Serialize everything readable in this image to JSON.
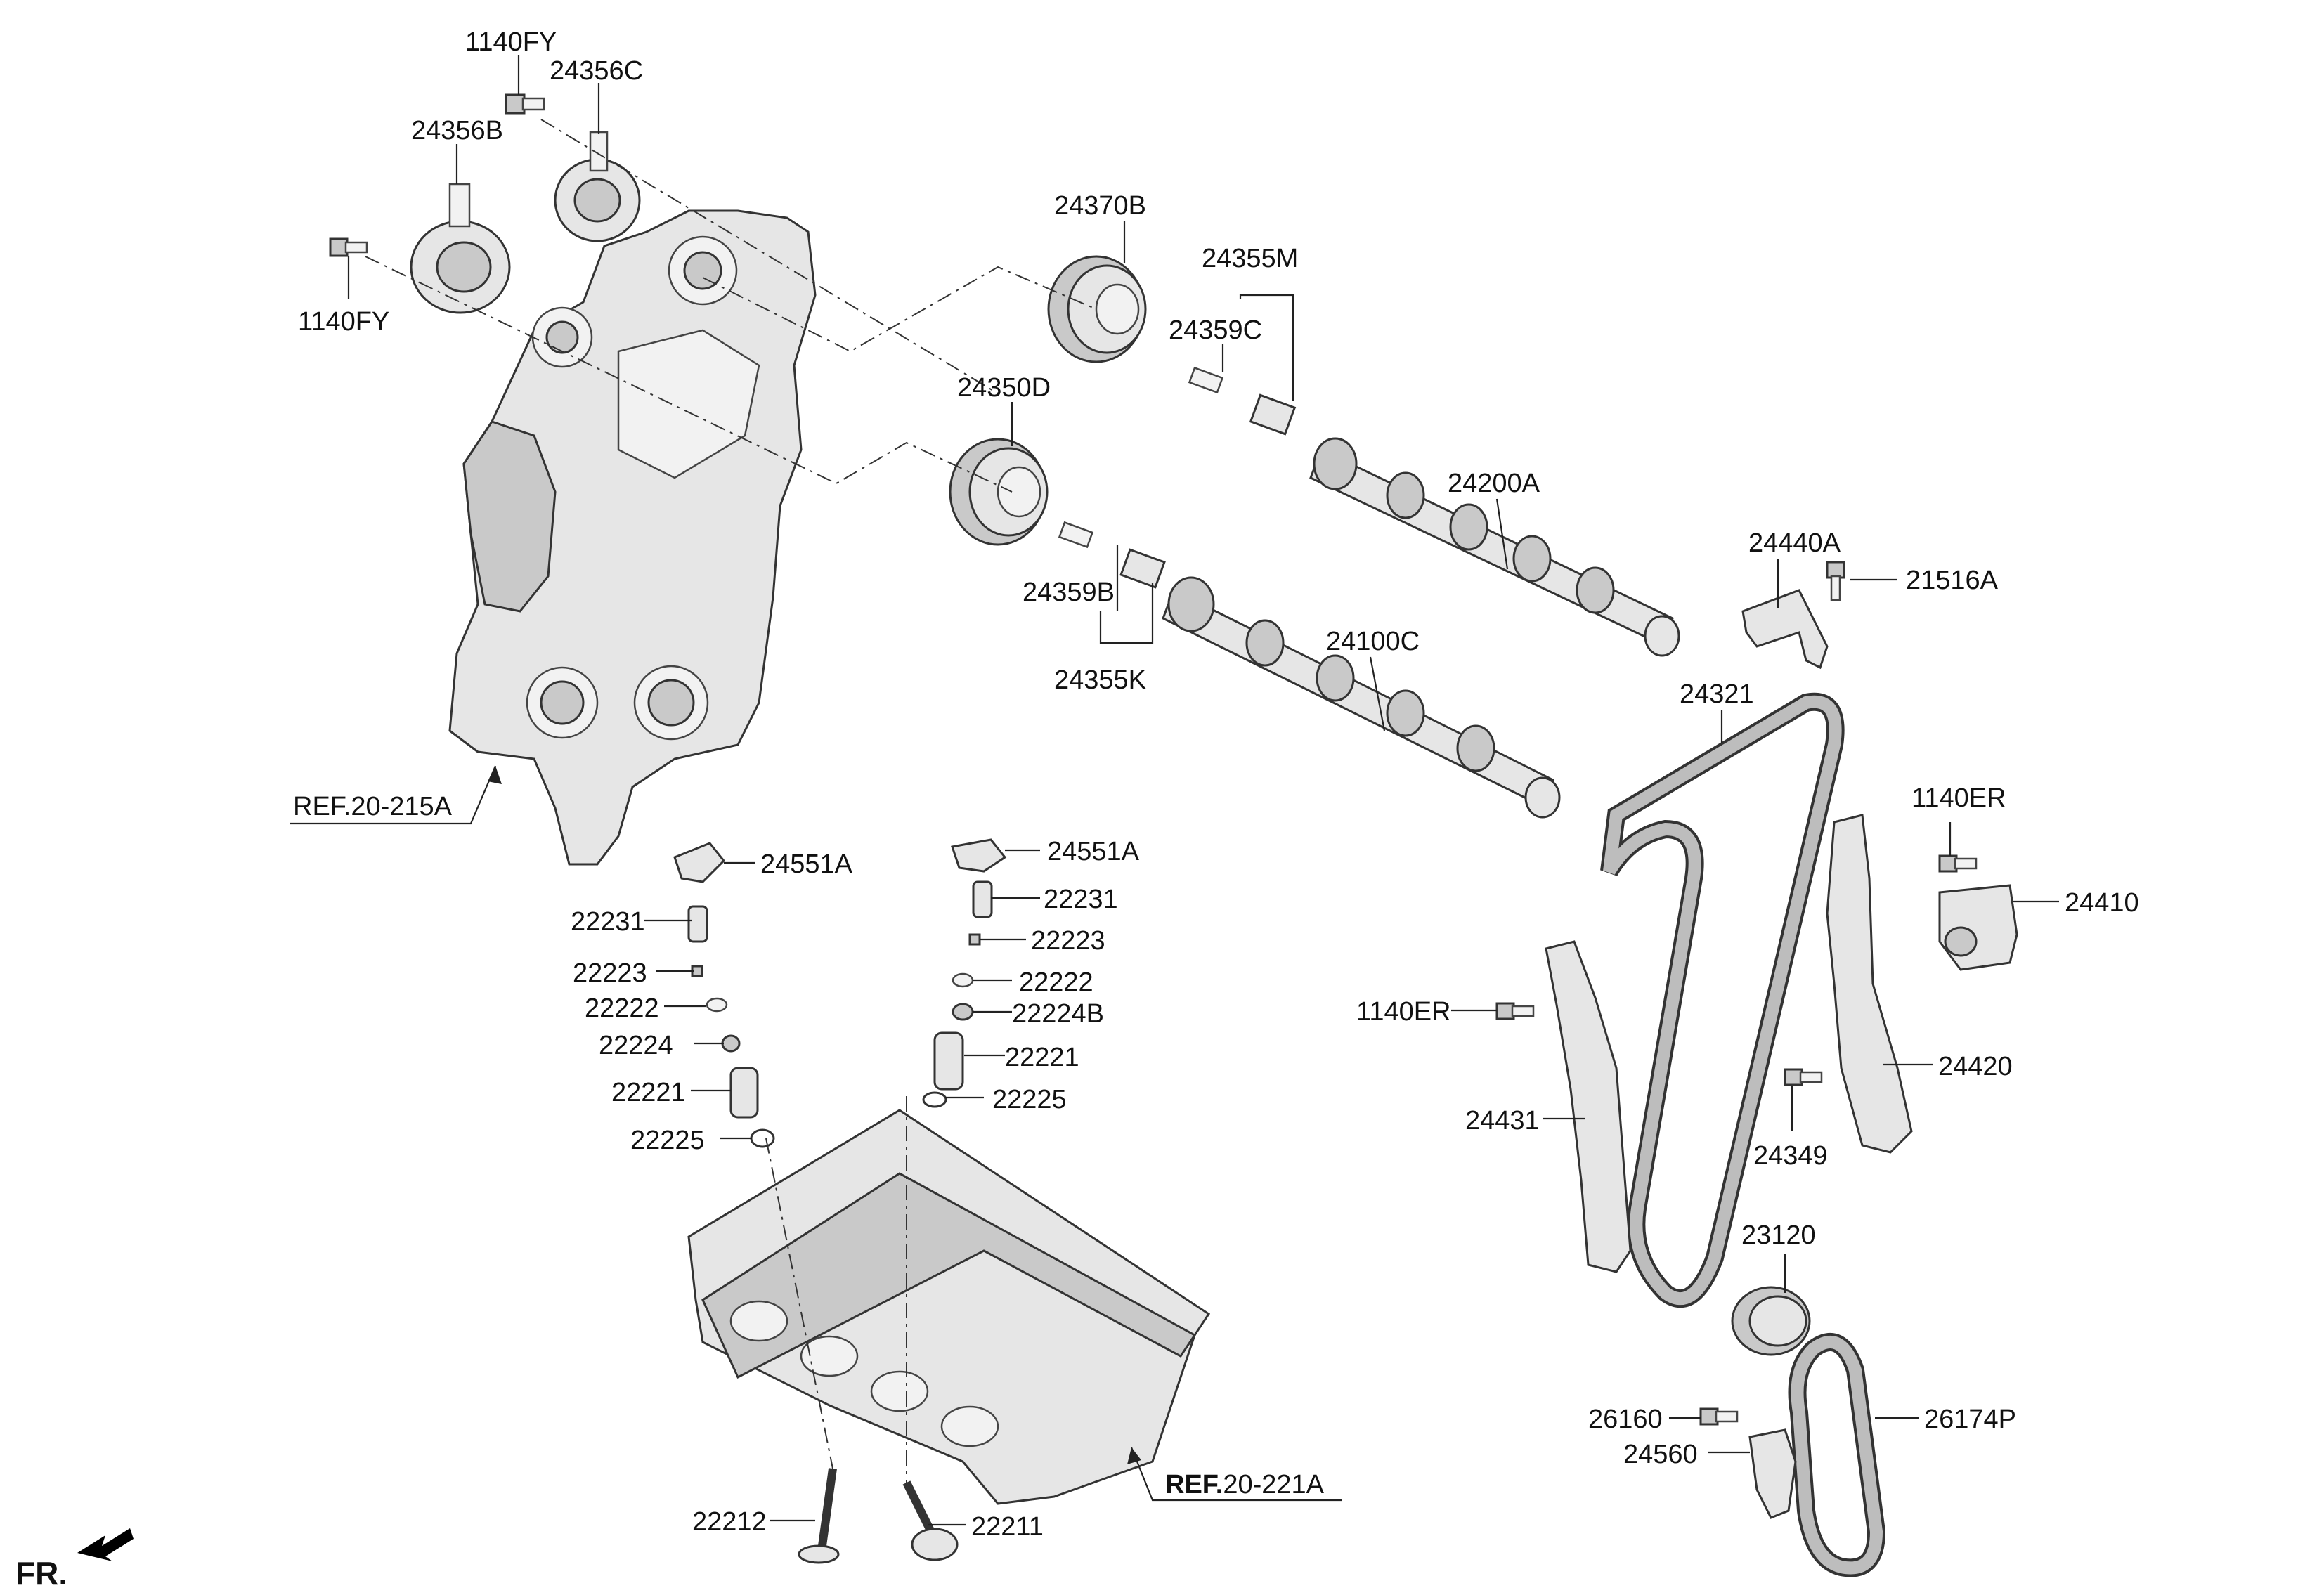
{
  "labels": {
    "p1140fy_top": "1140FY",
    "p24356c": "24356C",
    "p24356b": "24356B",
    "p1140fy_left": "1140FY",
    "p24370b": "24370B",
    "p24355m": "24355M",
    "p24359c": "24359C",
    "p24350d": "24350D",
    "p24200a": "24200A",
    "p24440a": "24440A",
    "p21516a": "21516A",
    "p24359b": "24359B",
    "p24100c": "24100C",
    "p24355k": "24355K",
    "p24321": "24321",
    "ref_front_cover": "REF.20-215A",
    "p24551a_l": "24551A",
    "p24551a_r": "24551A",
    "p1140er_r": "1140ER",
    "p22231_l": "22231",
    "p22231_r": "22231",
    "p24410": "24410",
    "p22223_r": "22223",
    "p22223_l": "22223",
    "p22222_r": "22222",
    "p22222_l": "22222",
    "p1140er_l": "1140ER",
    "p22224b": "22224B",
    "p22224": "22224",
    "p22221_r": "22221",
    "p24420": "24420",
    "p22221_l": "22221",
    "p22225_r": "22225",
    "p24431": "24431",
    "p22225_l": "22225",
    "p24349": "24349",
    "p23120": "23120",
    "p26160": "26160",
    "p26174p": "26174P",
    "p24560": "24560",
    "ref_head_bold": "REF.",
    "ref_head_num": "20-221A",
    "p22212": "22212",
    "p22211": "22211",
    "front_indicator": "FR."
  }
}
